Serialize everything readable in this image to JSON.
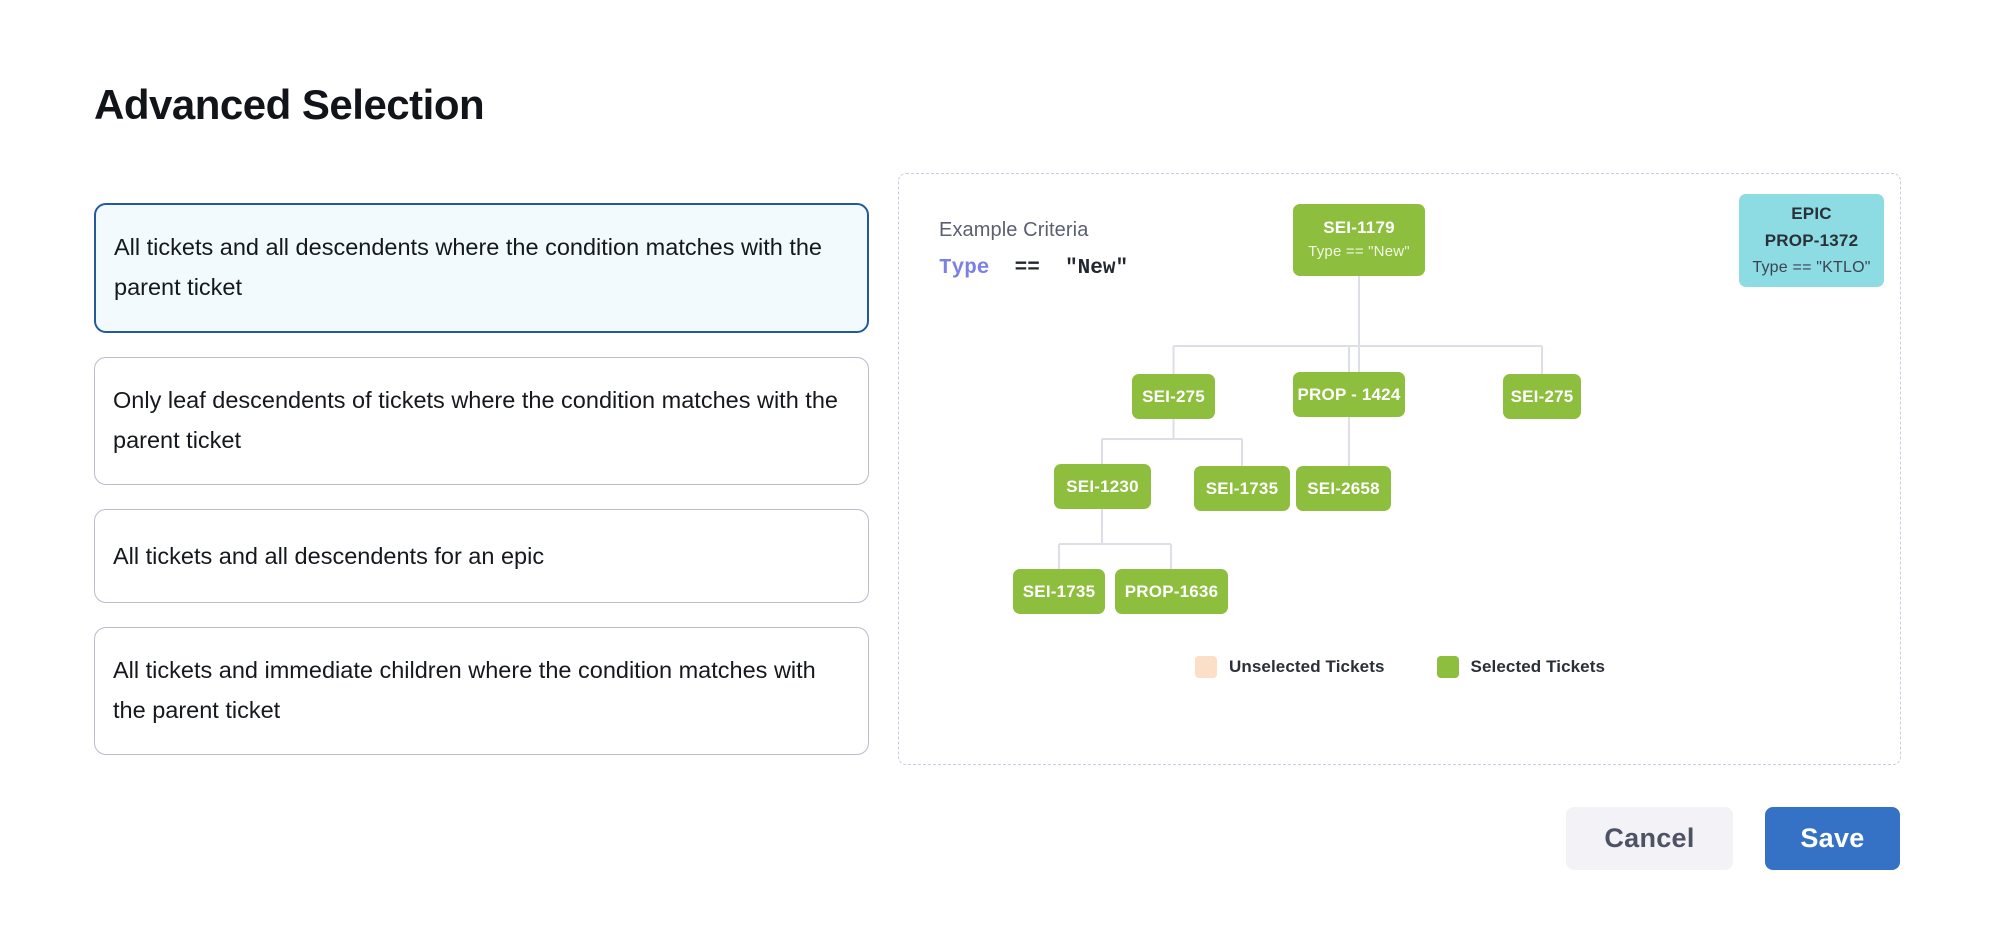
{
  "page_title": "Advanced Selection",
  "options": [
    {
      "label": "All tickets and all descendents where the condition matches with the parent ticket",
      "selected": true
    },
    {
      "label": "Only leaf descendents of tickets where the condition matches with the parent ticket",
      "selected": false
    },
    {
      "label": "All tickets and all descendents for an epic",
      "selected": false
    },
    {
      "label": "All tickets and immediate children where the condition matches with the parent ticket",
      "selected": false
    }
  ],
  "diagram": {
    "criteria_title": "Example Criteria",
    "criteria_field": "Type",
    "criteria_operator": "==",
    "criteria_value": "\"New\"",
    "nodes": [
      {
        "id": "root",
        "label": "SEI-1179",
        "sub": "Type == \"New\"",
        "state": "selected"
      },
      {
        "id": "epic",
        "label": "PROP-1372",
        "sub": "Type == \"KTLO\"",
        "kind": "EPIC",
        "state": "epic"
      },
      {
        "id": "l2a",
        "label": "SEI-275",
        "sub": "",
        "state": "selected"
      },
      {
        "id": "l2b",
        "label": "PROP - 1424",
        "sub": "",
        "state": "selected"
      },
      {
        "id": "l2c",
        "label": "SEI-275",
        "sub": "",
        "state": "selected"
      },
      {
        "id": "l3a",
        "label": "SEI-1230",
        "sub": "",
        "state": "selected"
      },
      {
        "id": "l3b",
        "label": "SEI-1735",
        "sub": "",
        "state": "selected"
      },
      {
        "id": "l3c",
        "label": "SEI-2658",
        "sub": "",
        "state": "selected"
      },
      {
        "id": "l4a",
        "label": "SEI-1735",
        "sub": "",
        "state": "selected"
      },
      {
        "id": "l4b",
        "label": "PROP-1636",
        "sub": "",
        "state": "selected"
      }
    ],
    "edges": [
      {
        "from": "root",
        "to": "l2a"
      },
      {
        "from": "root",
        "to": "l2b"
      },
      {
        "from": "root",
        "to": "l2c"
      },
      {
        "from": "l2a",
        "to": "l3a"
      },
      {
        "from": "l2a",
        "to": "l3b"
      },
      {
        "from": "l2b",
        "to": "l3c"
      },
      {
        "from": "l3a",
        "to": "l4a"
      },
      {
        "from": "l3a",
        "to": "l4b"
      }
    ],
    "legend": [
      {
        "label": "Unselected Tickets",
        "color": "#fbdfc6"
      },
      {
        "label": "Selected Tickets",
        "color": "#8DBE3D"
      }
    ]
  },
  "footer": {
    "cancel_label": "Cancel",
    "save_label": "Save"
  },
  "colors": {
    "selected_node": "#8DBE3D",
    "epic_node": "#8DDBE3",
    "unselected_node": "#fbdfc6",
    "primary_button": "#3572c6",
    "selected_option_border": "#24589f",
    "selected_option_bg": "#f2fafd"
  }
}
